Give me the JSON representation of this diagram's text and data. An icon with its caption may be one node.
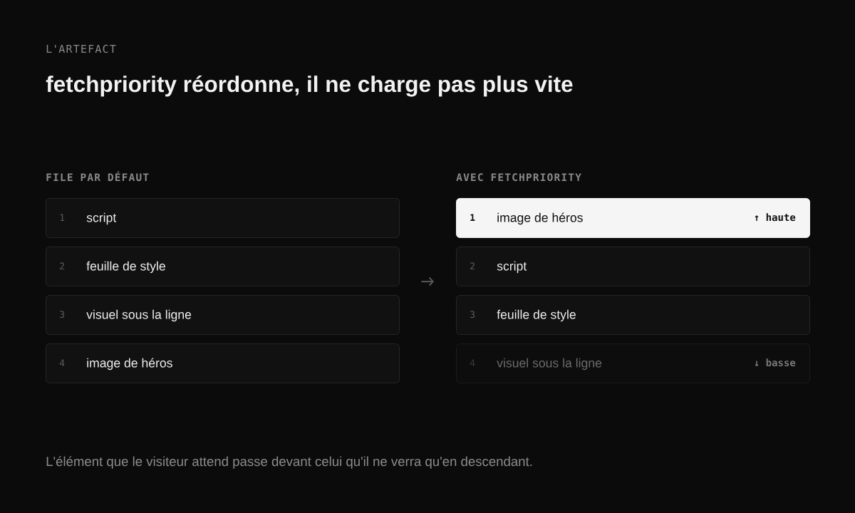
{
  "diagram": {
    "title": "fetchpriority réordonne, il ne charge pas plus vite",
    "caption": "L'élément que le visiteur attend passe devant celui qu'il ne verra qu'en descendant.",
    "labels": [
      "L'ARTEFACT"
    ],
    "nodes": [
      {
        "text": [
          "FILE PAR DÉFAUT"
        ]
      },
      {
        "text": [
          "1",
          "script"
        ],
        "in": 0
      },
      {
        "text": [
          "2",
          "feuille de style"
        ],
        "in": 0
      },
      {
        "text": [
          "3",
          "visuel sous la ligne"
        ],
        "in": 0
      },
      {
        "text": [
          "4",
          "image de héros"
        ],
        "in": 0
      },
      {
        "text": [
          "AVEC FETCHPRIORITY"
        ]
      },
      {
        "text": [
          "1",
          "image de héros",
          "↑ haute"
        ],
        "in": 5
      },
      {
        "text": [
          "2",
          "script"
        ],
        "in": 5
      },
      {
        "text": [
          "3",
          "feuille de style"
        ],
        "in": 5
      },
      {
        "text": [
          "4",
          "visuel sous la ligne",
          "↓ basse"
        ],
        "in": 5
      }
    ],
    "edges": [
      {
        "from": 0,
        "to": 5,
        "arrow": "to"
      }
    ]
  }
}
